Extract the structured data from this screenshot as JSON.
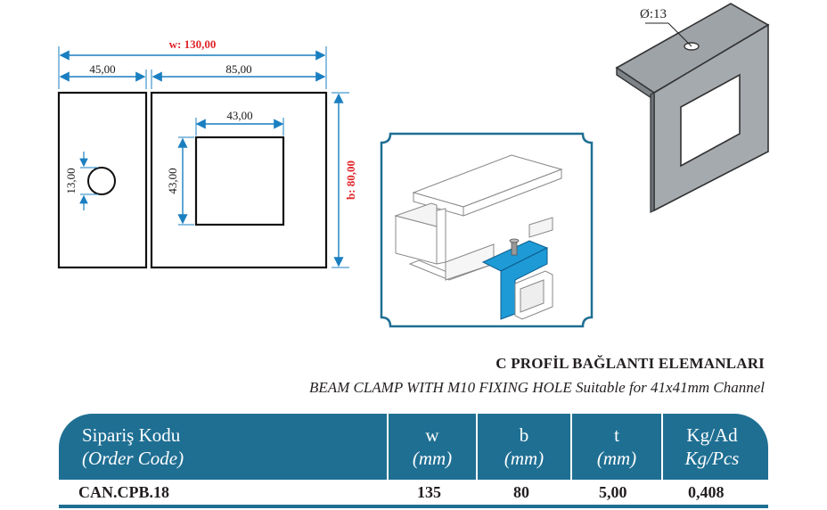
{
  "drawing": {
    "width_label": "w: 130,00",
    "left_width": "45,00",
    "right_width": "85,00",
    "square_width": "43,00",
    "square_height": "43,00",
    "hole_size": "13,00",
    "height_label": "b: 80,00",
    "hole_diameter": "Ø:13"
  },
  "title": {
    "main": "C PROFİL BAĞLANTI ELEMANLARI",
    "sub": "BEAM CLAMP WITH M10 FIXING HOLE Suitable for 41x41mm Channel"
  },
  "table": {
    "headers": [
      {
        "line1": "Sipariş Kodu",
        "line2": "(Order Code)"
      },
      {
        "line1": "w",
        "line2": "(mm)"
      },
      {
        "line1": "b",
        "line2": "(mm)"
      },
      {
        "line1": "t",
        "line2": "(mm)"
      },
      {
        "line1": "Kg/Ad",
        "line2": "Kg/Pcs"
      }
    ],
    "row": {
      "code": "CAN.CPB.18",
      "w": "135",
      "b": "80",
      "t": "5,00",
      "weight": "0,408"
    }
  },
  "colors": {
    "accent": "#1f6f93",
    "red_dim": "#e0262b",
    "blue_part": "#1e9ad6"
  }
}
